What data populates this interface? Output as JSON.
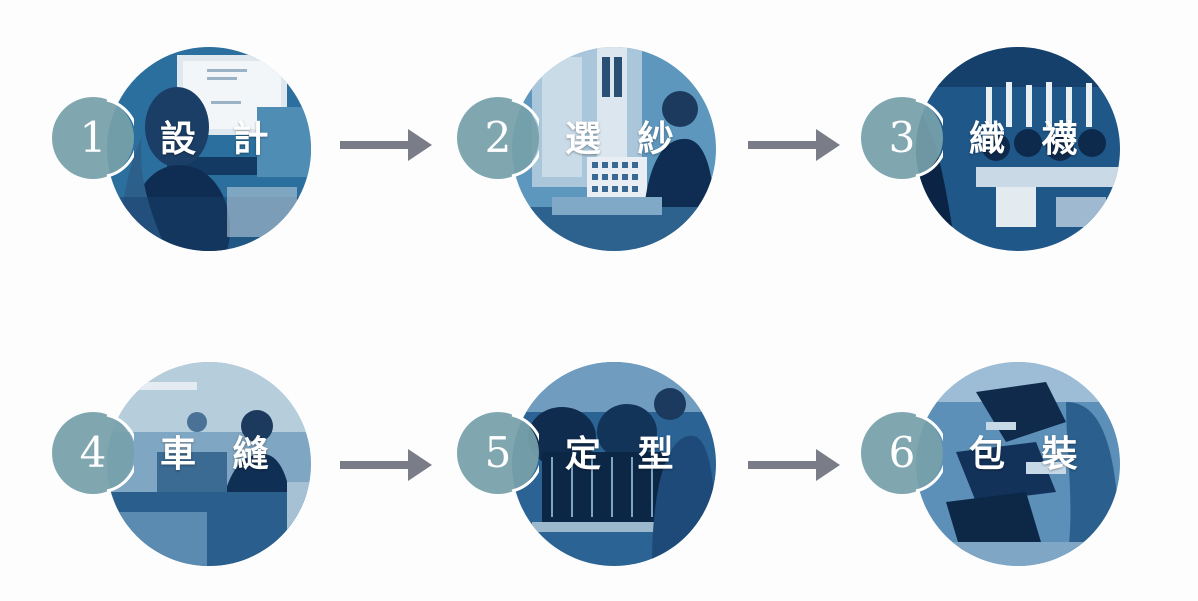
{
  "steps": [
    {
      "number": "1",
      "label": "設 計"
    },
    {
      "number": "2",
      "label": "選 紗"
    },
    {
      "number": "3",
      "label": "織 襪"
    },
    {
      "number": "4",
      "label": "車 縫"
    },
    {
      "number": "5",
      "label": "定 型"
    },
    {
      "number": "6",
      "label": "包 裝"
    }
  ],
  "colors": {
    "photo_tint": "#1f5e8c",
    "photo_dark": "#0e2f55",
    "badge": "#76a0aa",
    "arrow": "#7a7c88",
    "background": "#fdfdfd"
  }
}
